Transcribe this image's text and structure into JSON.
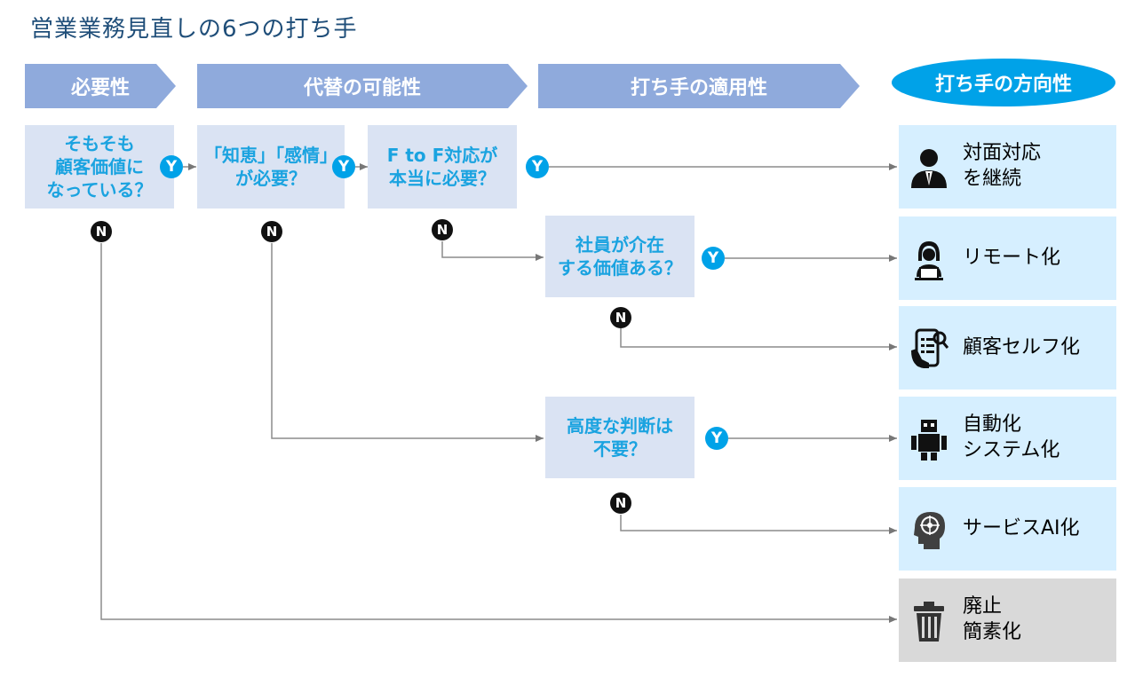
{
  "title": "営業業務見直しの6つの打ち手",
  "headers": {
    "necessity": "必要性",
    "substitutability": "代替の可能性",
    "applicability": "打ち手の適用性",
    "direction": "打ち手の方向性"
  },
  "questions": {
    "q1": "そもそも\n顧客価値に\nなっている？",
    "q2": "「知恵」「感情」\nが必要？",
    "q3": "F to F対応が\n本当に必要？",
    "q4": "社員が介在\nする価値ある？",
    "q5": "高度な判断は\n不要？"
  },
  "badges": {
    "yes": "Y",
    "no": "N"
  },
  "outcomes": {
    "face_to_face": "対面対応\nを継続",
    "remote": "リモート化",
    "self_service": "顧客セルフ化",
    "automation": "自動化\nシステム化",
    "service_ai": "サービスAI化",
    "abolish": "廃止\n簡素化"
  },
  "colors": {
    "header": "#8faadc",
    "oval": "#00a2e8",
    "question_box": "#dae3f3",
    "question_text": "#1aa3e0",
    "outcome_box": "#d6efff",
    "abolish_box": "#d9d9d9",
    "title": "#1f4e79"
  },
  "icons": {
    "face_to_face": "businessman-icon",
    "remote": "remote-worker-icon",
    "self_service": "phone-checklist-icon",
    "automation": "robot-icon",
    "service_ai": "ai-brain-head-icon",
    "abolish": "trash-icon"
  }
}
